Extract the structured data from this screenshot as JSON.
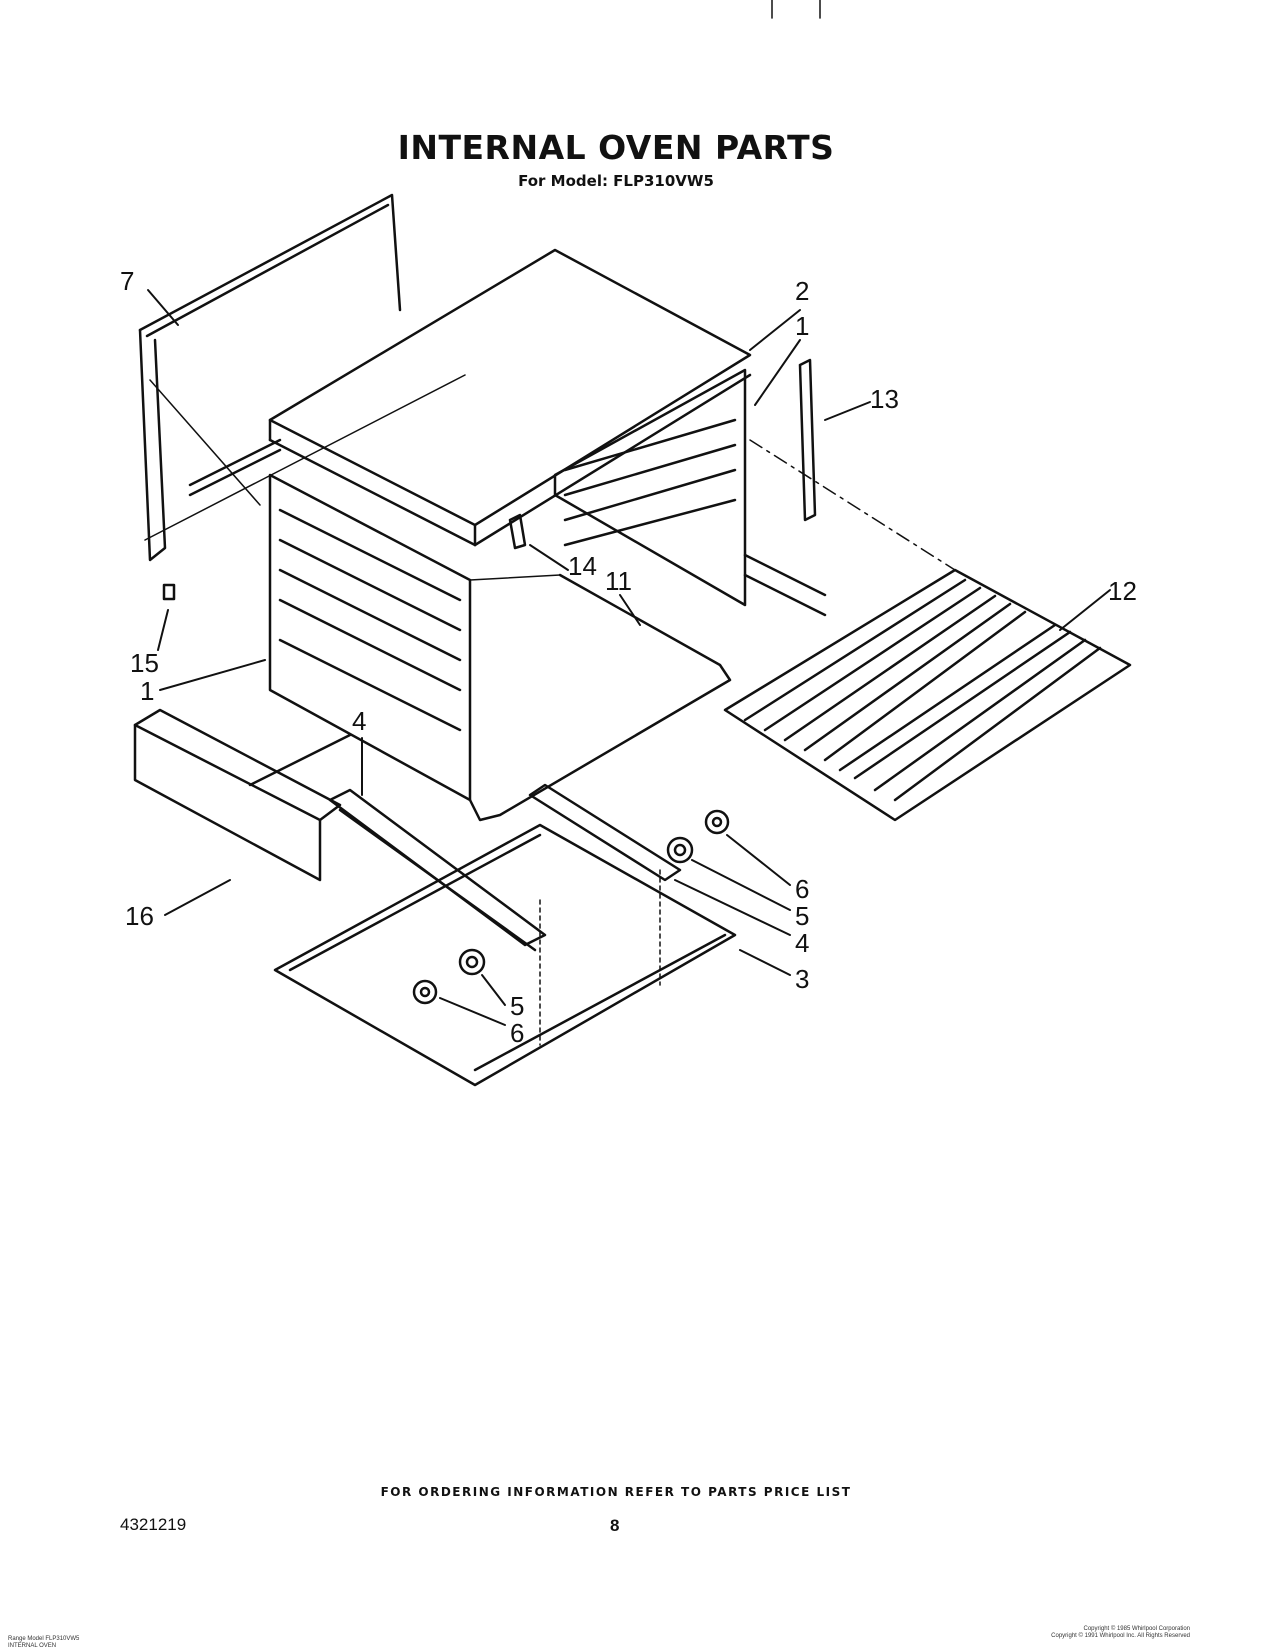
{
  "header": {
    "title": "INTERNAL OVEN PARTS",
    "subtitle": "For Model: FLP310VW5"
  },
  "callouts": [
    {
      "id": "c7",
      "label": "7"
    },
    {
      "id": "c2",
      "label": "2"
    },
    {
      "id": "c1a",
      "label": "1"
    },
    {
      "id": "c13",
      "label": "13"
    },
    {
      "id": "c14",
      "label": "14"
    },
    {
      "id": "c11",
      "label": "11"
    },
    {
      "id": "c12",
      "label": "12"
    },
    {
      "id": "c15",
      "label": "15"
    },
    {
      "id": "c1b",
      "label": "1"
    },
    {
      "id": "c4a",
      "label": "4"
    },
    {
      "id": "c6a",
      "label": "6"
    },
    {
      "id": "c5a",
      "label": "5"
    },
    {
      "id": "c4b",
      "label": "4"
    },
    {
      "id": "c3",
      "label": "3"
    },
    {
      "id": "c16",
      "label": "16"
    },
    {
      "id": "c5b",
      "label": "5"
    },
    {
      "id": "c6b",
      "label": "6"
    }
  ],
  "footer": {
    "ordering_note": "FOR ORDERING INFORMATION REFER TO PARTS PRICE LIST",
    "doc_number": "4321219",
    "page_number": "8",
    "left_small_line1": "Range Model FLP310VW5",
    "left_small_line2": "INTERNAL OVEN",
    "right_small_line1": "Copyright © 1985 Whirlpool Corporation",
    "right_small_line2": "Copyright © 1991 Whirlpool Inc. All Rights Reserved"
  }
}
